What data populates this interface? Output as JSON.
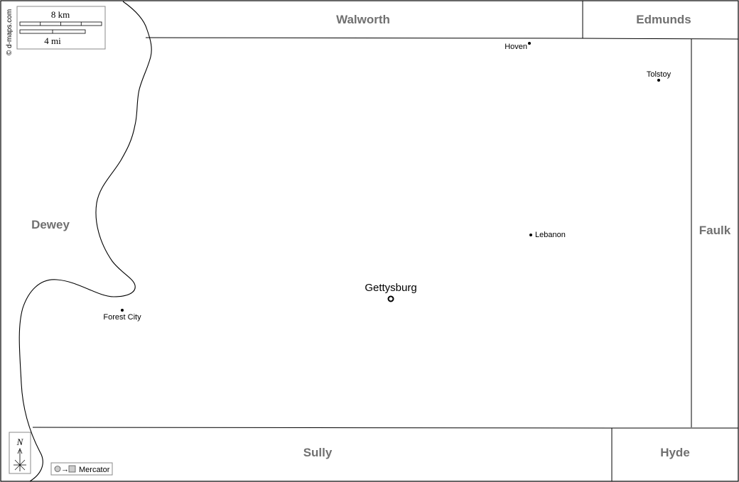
{
  "credit": "© d-maps.com",
  "scale": {
    "km_label": "8 km",
    "mi_label": "4 mi"
  },
  "north_label": "N",
  "projection_label": "Mercator",
  "counties": {
    "walworth": "Walworth",
    "edmunds": "Edmunds",
    "dewey": "Dewey",
    "faulk": "Faulk",
    "sully": "Sully",
    "hyde": "Hyde"
  },
  "places": {
    "hoven": "Hoven",
    "tolstoy": "Tolstoy",
    "lebanon": "Lebanon",
    "gettysburg": "Gettysburg",
    "forest_city": "Forest City"
  },
  "colors": {
    "label": "#707070",
    "line": "#000000",
    "background": "#ffffff"
  }
}
